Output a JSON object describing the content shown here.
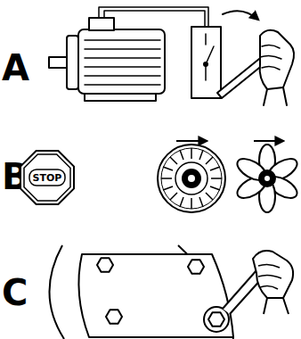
{
  "diagram": {
    "nodes": [
      {
        "text": [
          "STOP"
        ]
      }
    ],
    "labels": [
      "A",
      "B",
      "C"
    ]
  }
}
